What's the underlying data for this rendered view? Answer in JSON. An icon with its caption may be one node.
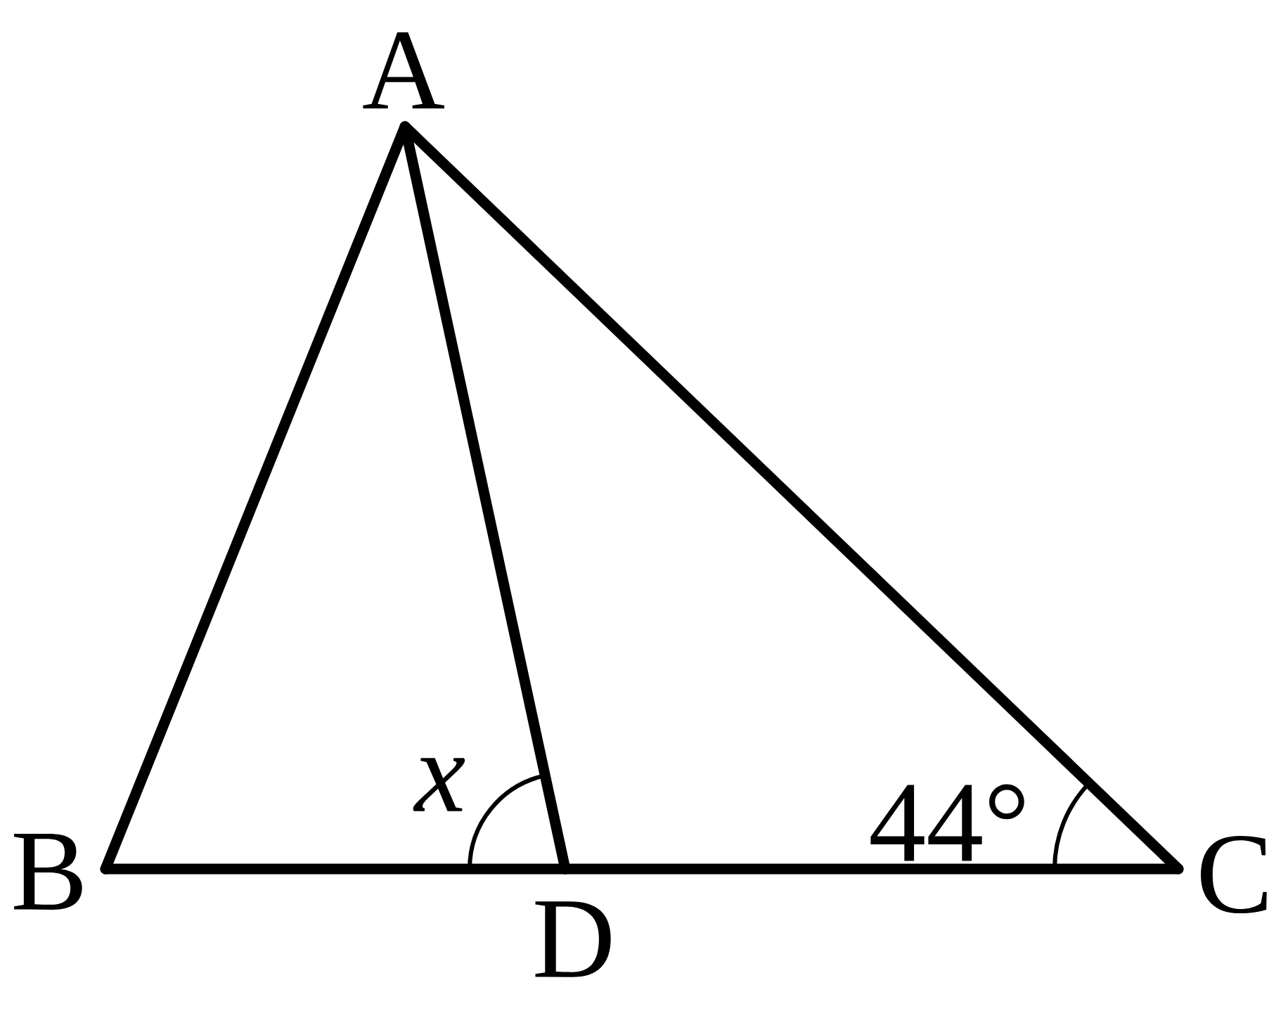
{
  "diagram": {
    "nodes": [
      {
        "text": [
          "A"
        ]
      },
      {
        "text": [
          "B"
        ]
      },
      {
        "text": [
          "C"
        ]
      },
      {
        "text": [
          "D"
        ]
      }
    ],
    "edges": [
      {
        "from": 0,
        "to": 1,
        "arrow": "none"
      },
      {
        "from": 0,
        "to": 3,
        "arrow": "none"
      },
      {
        "from": 0,
        "to": 2,
        "arrow": "none"
      },
      {
        "from": 1,
        "to": 3,
        "arrow": "none"
      },
      {
        "from": 3,
        "to": 2,
        "arrow": "none"
      }
    ],
    "labels": [
      "x",
      "44°"
    ]
  }
}
